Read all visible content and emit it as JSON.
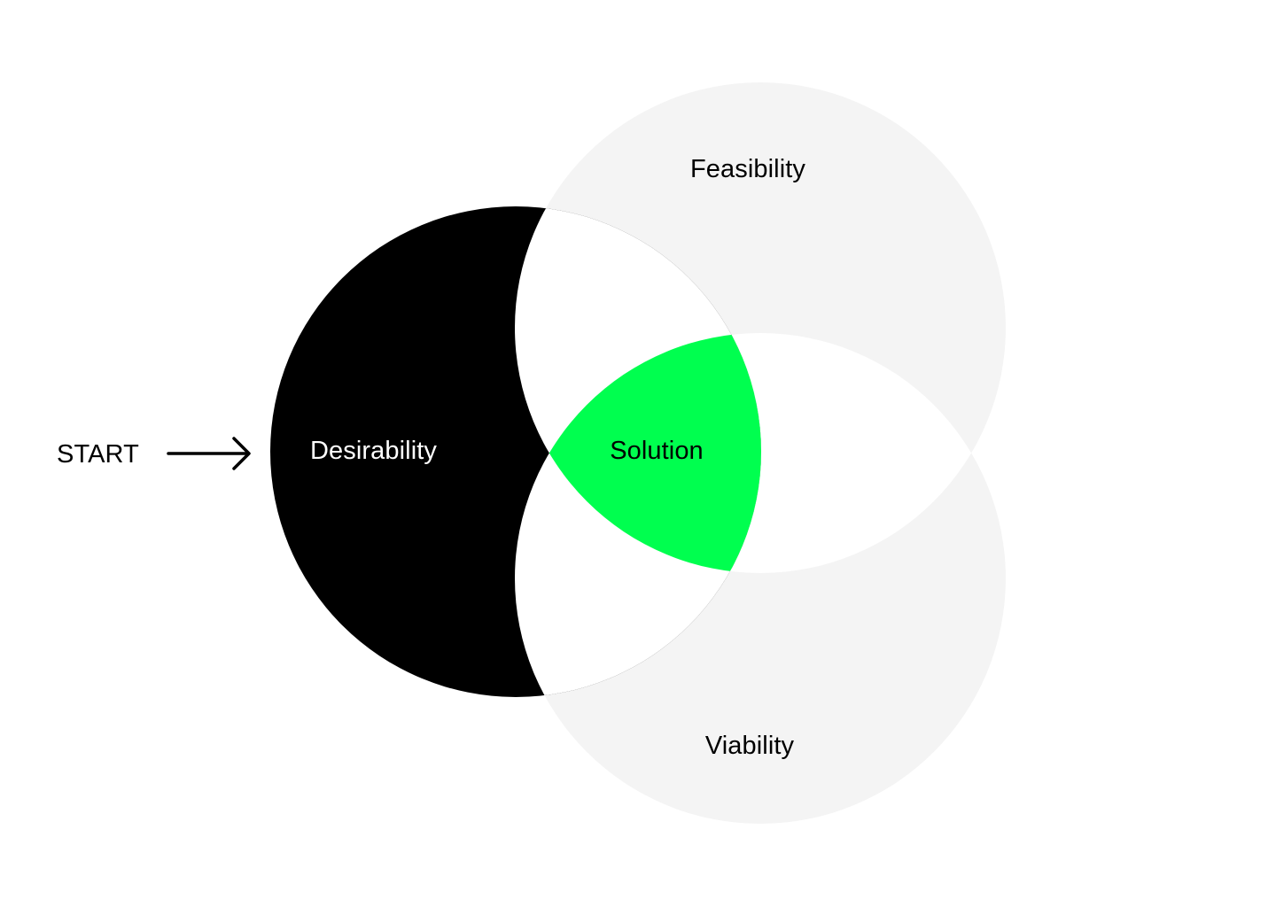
{
  "diagram": {
    "start_label": "START",
    "circles": {
      "desirability": {
        "label": "Desirability",
        "color": "#000000",
        "text_color": "#ffffff"
      },
      "feasibility": {
        "label": "Feasibility",
        "color": "#f4f4f4",
        "text_color": "#000000"
      },
      "viability": {
        "label": "Viability",
        "color": "#f4f4f4",
        "text_color": "#000000"
      }
    },
    "intersections": {
      "pairwise_color": "#ffffff",
      "center": {
        "label": "Solution",
        "color": "#00ff4f",
        "text_color": "#000000"
      }
    },
    "icons": {
      "start_arrow": "arrow-right-icon"
    }
  }
}
